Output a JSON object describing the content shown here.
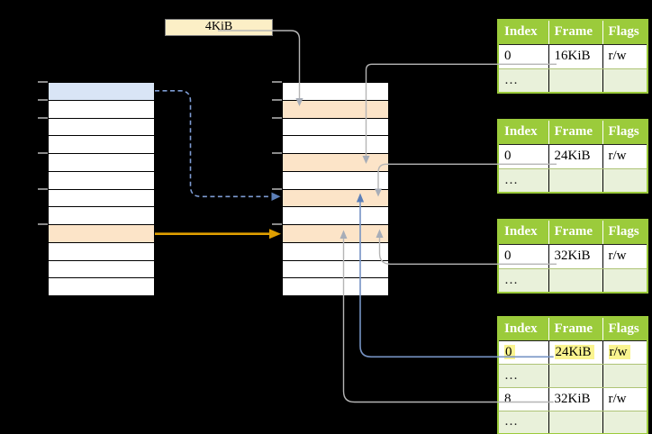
{
  "size_label": {
    "text": "4KiB"
  },
  "left_column": {
    "rows": [
      {
        "fill": "blue"
      },
      {
        "fill": "white"
      },
      {
        "fill": "white"
      },
      {
        "fill": "white"
      },
      {
        "fill": "white"
      },
      {
        "fill": "white"
      },
      {
        "fill": "white"
      },
      {
        "fill": "white"
      },
      {
        "fill": "orange"
      },
      {
        "fill": "white"
      },
      {
        "fill": "white"
      },
      {
        "fill": "white"
      }
    ]
  },
  "middle_column": {
    "rows": [
      {
        "fill": "white"
      },
      {
        "fill": "orange"
      },
      {
        "fill": "white"
      },
      {
        "fill": "white"
      },
      {
        "fill": "orange"
      },
      {
        "fill": "white"
      },
      {
        "fill": "orange"
      },
      {
        "fill": "white"
      },
      {
        "fill": "orange"
      },
      {
        "fill": "white"
      },
      {
        "fill": "white"
      },
      {
        "fill": "white"
      }
    ]
  },
  "tick_boundaries": [
    0,
    1,
    2,
    4,
    6,
    8
  ],
  "tables": [
    {
      "headers": [
        "Index",
        "Frame",
        "Flags"
      ],
      "rows": [
        {
          "cells": [
            "0",
            "16KiB",
            "r/w"
          ],
          "variant": "white"
        },
        {
          "cells": [
            "…",
            "",
            ""
          ],
          "variant": "green"
        }
      ]
    },
    {
      "headers": [
        "Index",
        "Frame",
        "Flags"
      ],
      "rows": [
        {
          "cells": [
            "0",
            "24KiB",
            "r/w"
          ],
          "variant": "white"
        },
        {
          "cells": [
            "…",
            "",
            ""
          ],
          "variant": "green"
        }
      ]
    },
    {
      "headers": [
        "Index",
        "Frame",
        "Flags"
      ],
      "rows": [
        {
          "cells": [
            "0",
            "32KiB",
            "r/w"
          ],
          "variant": "white"
        },
        {
          "cells": [
            "…",
            "",
            ""
          ],
          "variant": "green"
        }
      ]
    },
    {
      "headers": [
        "Index",
        "Frame",
        "Flags"
      ],
      "rows": [
        {
          "cells": [
            "0",
            "24KiB",
            "r/w"
          ],
          "variant": "white",
          "highlight": true
        },
        {
          "cells": [
            "…",
            "",
            ""
          ],
          "variant": "green"
        },
        {
          "cells": [
            "8",
            "32KiB",
            "r/w"
          ],
          "variant": "white"
        },
        {
          "cells": [
            "…",
            "",
            ""
          ],
          "variant": "green"
        }
      ]
    }
  ],
  "colors": {
    "table_header_green": "#9bcb3b",
    "table_row_green": "#e9f1da",
    "highlight_yellow": "#faf48f",
    "page_row_blue": "#d9e5f6",
    "page_row_orange": "#fce4c8",
    "size_label_cream": "#fcefc6",
    "connector_gray": "#b5b5b5",
    "connector_blue": "#7693c4",
    "connector_dashed_blue": "#7d9bd2",
    "connector_orange": "#df9f00"
  }
}
